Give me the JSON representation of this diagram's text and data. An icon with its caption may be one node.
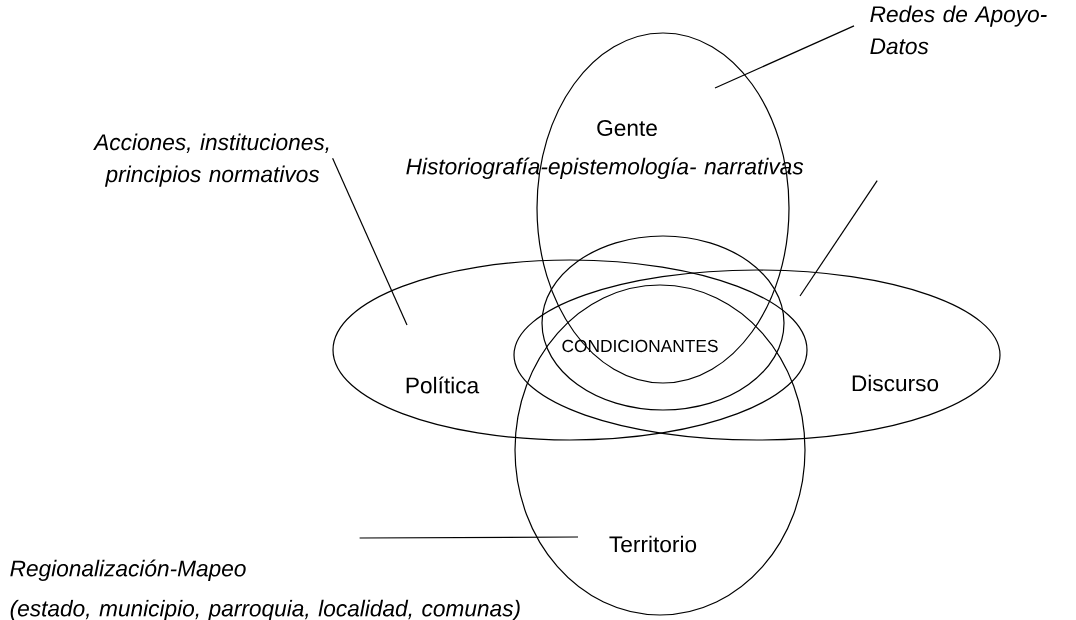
{
  "diagram": {
    "nodes": [
      {
        "text": [
          "Gente"
        ]
      },
      {
        "text": [
          "Política"
        ]
      },
      {
        "text": [
          "Discurso"
        ]
      },
      {
        "text": [
          "Territorio"
        ]
      },
      {
        "text": [
          "CONDICIONANTES"
        ]
      },
      {
        "text": [
          "Redes de Apoyo-Datos"
        ]
      },
      {
        "text": [
          "Acciones, instituciones, principios normativos"
        ]
      },
      {
        "text": [
          "Historiografía-epistemología- narrativas"
        ]
      },
      {
        "text": [
          "Regionalización-Mapeo",
          "(estado, municipio, parroquia, localidad, comunas)"
        ]
      }
    ],
    "edges": [
      {
        "from": 5,
        "to": 0,
        "arrow": "none"
      },
      {
        "from": 6,
        "to": 1,
        "arrow": "none"
      },
      {
        "from": 7,
        "to": 2,
        "arrow": "none"
      },
      {
        "from": 8,
        "to": 3,
        "arrow": "none"
      }
    ]
  }
}
